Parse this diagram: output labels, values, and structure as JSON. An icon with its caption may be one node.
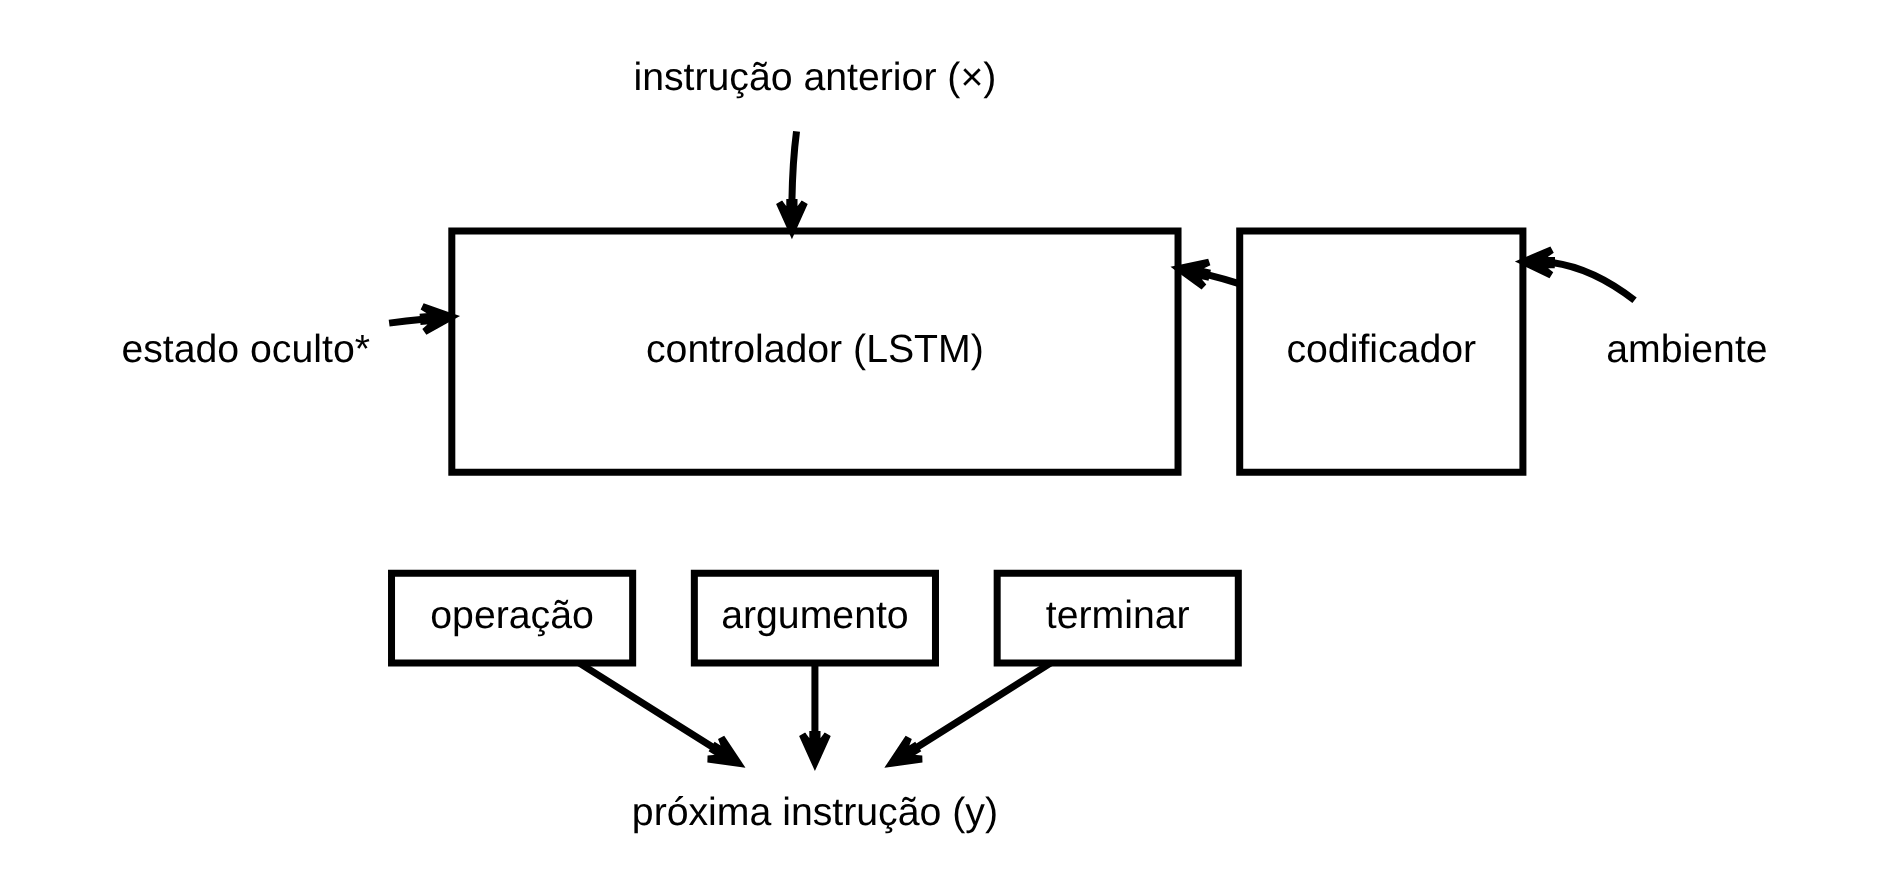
{
  "diagram": {
    "nodes": [
      {
        "text": [
          "instrução anterior (×)"
        ]
      },
      {
        "text": [
          "estado oculto*"
        ]
      },
      {
        "text": [
          "controlador (LSTM)"
        ]
      },
      {
        "text": [
          "codificador"
        ]
      },
      {
        "text": [
          "ambiente"
        ]
      },
      {
        "text": [
          "operação"
        ]
      },
      {
        "text": [
          "argumento"
        ]
      },
      {
        "text": [
          "terminar"
        ]
      },
      {
        "text": [
          "próxima instrução (y)"
        ]
      }
    ],
    "edges": [
      {
        "from": 0,
        "to": 2,
        "arrow": "to"
      },
      {
        "from": 1,
        "to": 2,
        "arrow": "to"
      },
      {
        "from": 3,
        "to": 2,
        "arrow": "to"
      },
      {
        "from": 4,
        "to": 3,
        "arrow": "to"
      },
      {
        "from": 5,
        "to": 8,
        "arrow": "to"
      },
      {
        "from": 6,
        "to": 8,
        "arrow": "to"
      },
      {
        "from": 7,
        "to": 8,
        "arrow": "to"
      }
    ]
  }
}
